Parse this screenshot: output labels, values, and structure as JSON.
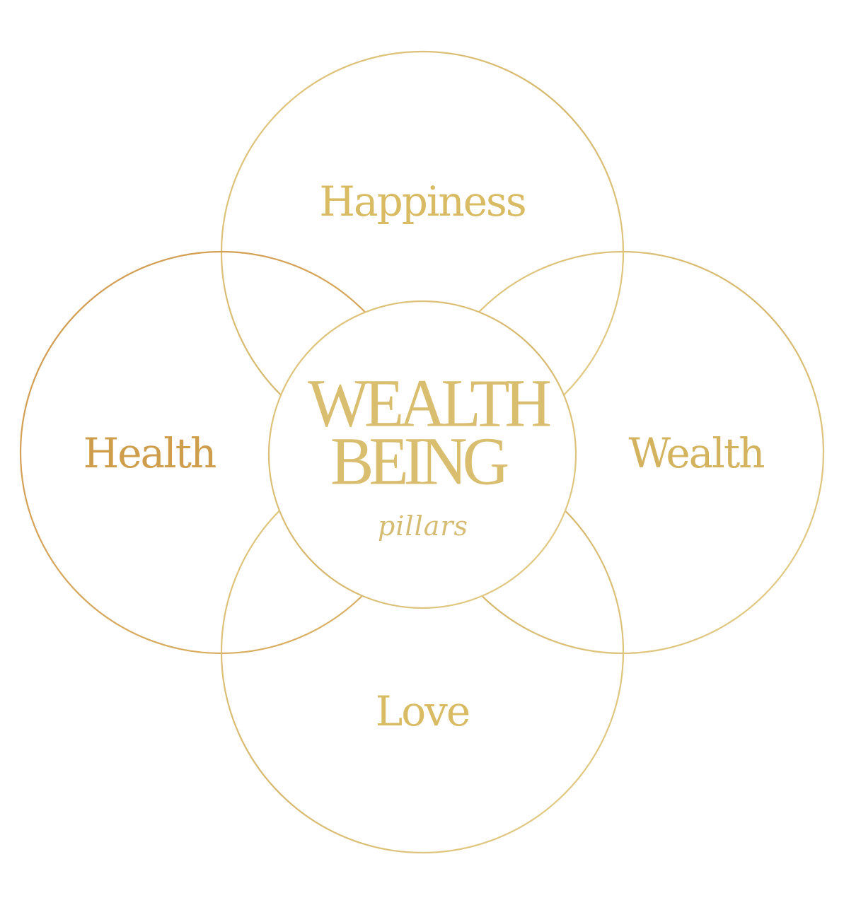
{
  "center": {
    "title_line1": "WEALTH",
    "title_line2": "BEING",
    "subtitle": "pillars"
  },
  "pillars": {
    "top": "Happiness",
    "left": "Health",
    "right": "Wealth",
    "bottom": "Love"
  },
  "colors": {
    "ring": "#dcc07a",
    "ring_left": "#d7a65a",
    "text_gold": "#d4b35e",
    "text_gold_warm": "#cf9e4c",
    "background": "#ffffff"
  }
}
